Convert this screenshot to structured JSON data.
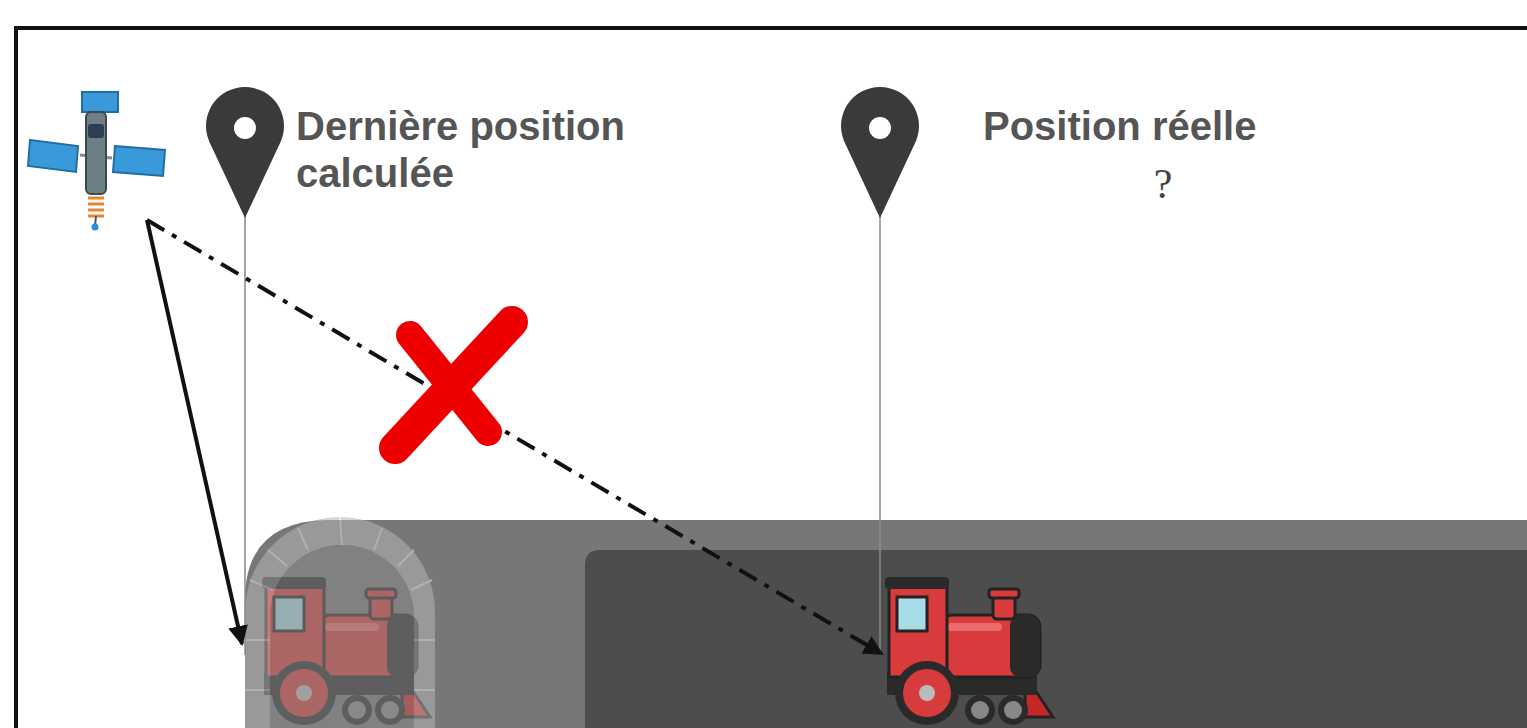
{
  "diagram": {
    "labels": [
      "Dernière position calculée",
      "Position réelle",
      "?"
    ]
  }
}
